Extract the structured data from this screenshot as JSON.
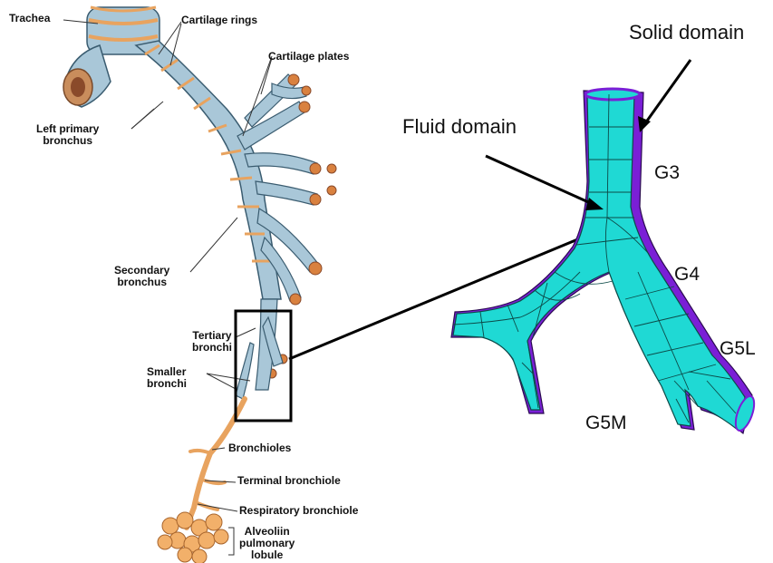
{
  "anatomy_labels": {
    "trachea": "Trachea",
    "cartilage_rings": "Cartilage rings",
    "cartilage_plates": "Cartilage plates",
    "left_primary_bronchus": "Left primary\nbronchus",
    "secondary_bronchus": "Secondary\nbronchus",
    "tertiary_bronchi": "Tertiary\nbronchi",
    "smaller_bronchi": "Smaller\nbronchi",
    "bronchioles": "Bronchioles",
    "terminal_bronchiole": "Terminal bronchiole",
    "respiratory_bronchiole": "Respiratory bronchiole",
    "alveoli": "Alveoliin\npulmonary\nlobule"
  },
  "model_labels": {
    "solid_domain": "Solid domain",
    "fluid_domain": "Fluid domain",
    "g3": "G3",
    "g4": "G4",
    "g5l": "G5L",
    "g5m": "G5M"
  },
  "colors": {
    "fluid": "#1fd9d4",
    "solid": "#7a1fd6",
    "mesh": "#0c4a48",
    "cartilage": "#9fbfd2",
    "tissue": "#e8a35f",
    "outline": "#111111"
  }
}
